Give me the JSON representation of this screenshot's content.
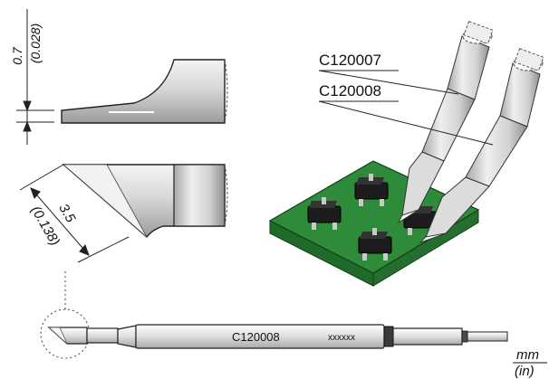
{
  "dimensions": {
    "thickness_mm": "0.7",
    "thickness_in": "(0.028)",
    "width_mm": "3.5",
    "width_in": "(0.138)"
  },
  "models": {
    "top_tip": "C120007",
    "bottom_tip": "C120008"
  },
  "cartridge": {
    "model": "C120008",
    "serial": "xxxxxx"
  },
  "units": {
    "mm": "mm",
    "in": "(in)"
  },
  "colors": {
    "pcb_green": "#2e8b3a",
    "pcb_edge": "#1f6b2a",
    "chip_black": "#1c1c1c",
    "metal_light": "#e2e2e2",
    "metal_dark": "#9a9a9a"
  }
}
